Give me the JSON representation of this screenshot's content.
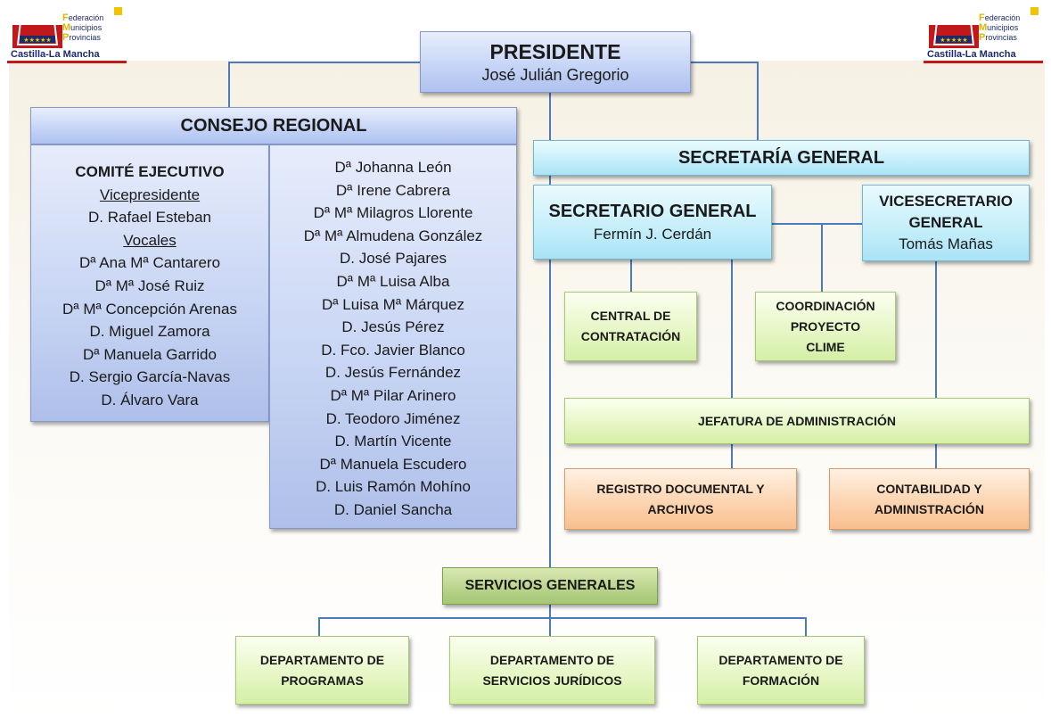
{
  "logo": {
    "line1_cap": "F",
    "line1_rest": "ederación",
    "line2_cap": "M",
    "line2_rest": "unicipios",
    "line3_cap": "P",
    "line3_rest": "rovincias",
    "bottom": "Castilla-La Mancha",
    "colors": {
      "navy": "#1d2a6b",
      "red": "#c0181b",
      "yellow": "#f2c300"
    }
  },
  "presidente": {
    "title": "PRESIDENTE",
    "name": "José Julián Gregorio"
  },
  "consejo": {
    "title": "CONSEJO REGIONAL",
    "comite": {
      "title": "COMITÉ EJECUTIVO",
      "vice_label": "Vicepresidente",
      "vice_name": "D. Rafael Esteban",
      "vocales_label": "Vocales",
      "vocales": [
        "Dª Ana Mª Cantarero",
        "Dª Mª José Ruiz",
        "Dª Mª Concepción Arenas",
        "D. Miguel Zamora",
        "Dª Manuela Garrido",
        "D. Sergio García-Navas",
        "D. Álvaro Vara"
      ]
    },
    "miembros": [
      "Dª Johanna León",
      "Dª Irene Cabrera",
      "Dª Mª Milagros Llorente",
      "Dª Mª Almudena González",
      "D. José Pajares",
      "Dª Mª Luisa Alba",
      "Dª Luisa Mª Márquez",
      "D. Jesús Pérez",
      "D. Fco. Javier Blanco",
      "D. Jesús Fernández",
      "Dª Mª Pilar Arinero",
      "D. Teodoro Jiménez",
      "D. Martín Vicente",
      "Dª Manuela Escudero",
      "D. Luis Ramón Mohíno",
      "D. Daniel Sancha"
    ]
  },
  "secretaria": {
    "title": "SECRETARÍA GENERAL"
  },
  "secretario": {
    "title": "SECRETARIO GENERAL",
    "name": "Fermín J. Cerdán"
  },
  "vicesecretario": {
    "title_line1": "VICESECRETARIO",
    "title_line2": "GENERAL",
    "name": "Tomás Mañas"
  },
  "central": {
    "line1": "CENTRAL DE",
    "line2": "CONTRATACIÓN"
  },
  "coordinacion": {
    "line1": "COORDINACIÓN",
    "line2": "PROYECTO",
    "line3": "CLIME"
  },
  "jefatura": {
    "title": "JEFATURA DE ADMINISTRACIÓN"
  },
  "registro": {
    "line1": "REGISTRO DOCUMENTAL Y",
    "line2": "ARCHIVOS"
  },
  "contabilidad": {
    "line1": "CONTABILIDAD Y",
    "line2": "ADMINISTRACIÓN"
  },
  "servicios": {
    "title": "SERVICIOS GENERALES"
  },
  "departamentos": [
    {
      "line1": "DEPARTAMENTO DE",
      "line2": "PROGRAMAS"
    },
    {
      "line1": "DEPARTAMENTO DE",
      "line2": "SERVICIOS JURÍDICOS"
    },
    {
      "line1": "DEPARTAMENTO DE",
      "line2": "FORMACIÓN"
    }
  ]
}
